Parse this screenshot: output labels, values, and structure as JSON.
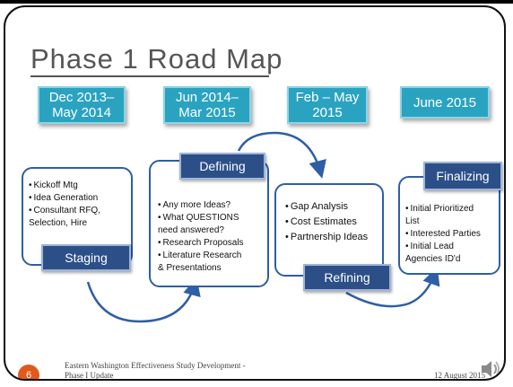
{
  "slide": {
    "title": "Phase 1 Road Map",
    "dates": [
      "Dec 2013–\nMay 2014",
      "Jun 2014–\nMar 2015",
      "Feb – May\n2015",
      "June 2015"
    ],
    "stages": [
      {
        "label": "Staging",
        "items": [
          "Kickoff Mtg",
          "Idea Generation",
          "Consultant  RFQ,\nSelection, Hire"
        ]
      },
      {
        "label": "Defining",
        "items": [
          "Any more Ideas?",
          "What QUESTIONS\nneed answered?",
          "Research Proposals",
          "Literature Research\n& Presentations"
        ]
      },
      {
        "label": "Refining",
        "items": [
          "Gap Analysis",
          "Cost Estimates",
          "Partnership Ideas"
        ]
      },
      {
        "label": "Finalizing",
        "items": [
          "Initial Prioritized\nList",
          "Interested Parties",
          "Initial Lead\nAgencies ID'd"
        ]
      }
    ],
    "footer": {
      "page_number": "6",
      "text": "Eastern Washington Effectiveness Study Development -\nPhase I Update",
      "date": "12 August 2015"
    },
    "colors": {
      "date_box": "#2aa3c1",
      "stage_label": "#2c4f88",
      "arrow": "#2e5ea5",
      "badge": "#e05a1c"
    }
  }
}
